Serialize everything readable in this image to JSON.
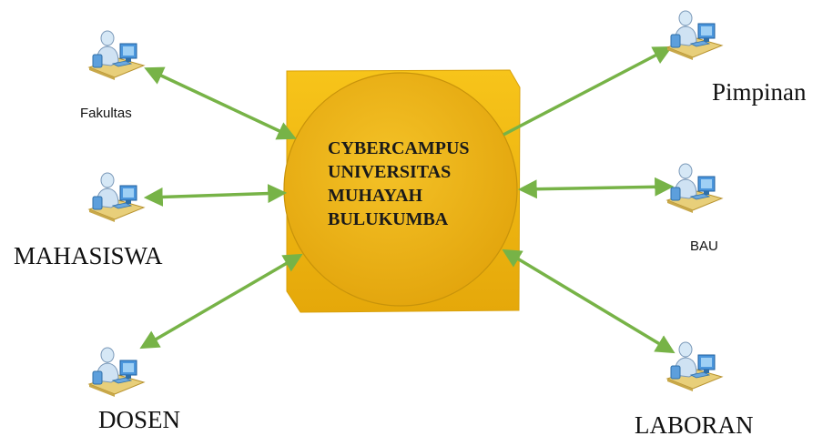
{
  "center": {
    "lines": [
      "CYBERCAMPUS",
      "UNIVERSITAS",
      "MUHAYAH",
      "BULUKUMBA"
    ]
  },
  "actors": {
    "fakultas": "Fakultas",
    "mahasiswa": "MAHASISWA",
    "dosen": "DOSEN",
    "pimpinan": "Pimpinan",
    "bau": "BAU",
    "laboran": "LABORAN"
  },
  "colors": {
    "arrow": "#77b347",
    "box": "#f2b90f",
    "circle": "#e8a90a",
    "person_skin": "#cfe3f3",
    "monitor": "#3e8ed8",
    "desk": "#e7cf7c"
  }
}
